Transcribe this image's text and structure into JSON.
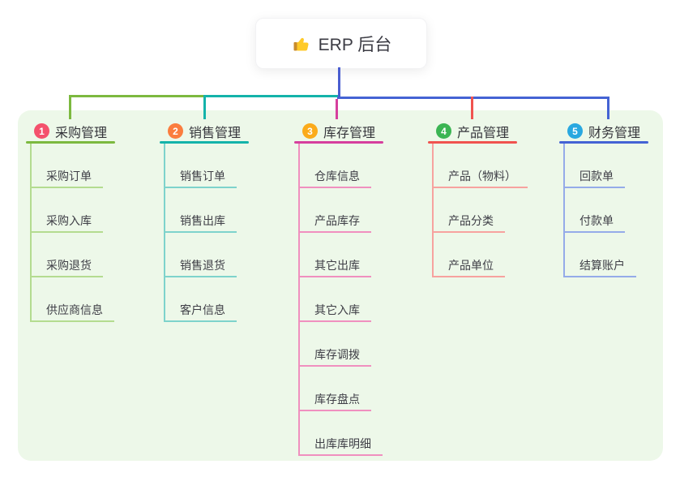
{
  "root": {
    "label": "ERP 后台",
    "icon": "thumbs-up-icon",
    "trunk_color": "#4a5ed0"
  },
  "panel": {
    "background": "#edf8e9"
  },
  "branches": [
    {
      "num": "1",
      "label": "采购管理",
      "badge_color": "#f4516c",
      "line": "#7cb93f",
      "line_light": "#b4dc90",
      "items": [
        "采购订单",
        "采购入库",
        "采购退货",
        "供应商信息"
      ]
    },
    {
      "num": "2",
      "label": "销售管理",
      "badge_color": "#fb7d3e",
      "line": "#14b3aa",
      "line_light": "#7ed3cc",
      "items": [
        "销售订单",
        "销售出库",
        "销售退货",
        "客户信息"
      ]
    },
    {
      "num": "3",
      "label": "库存管理",
      "badge_color": "#fbab1b",
      "line": "#d63f9d",
      "line_light": "#f090bf",
      "items": [
        "仓库信息",
        "产品库存",
        "其它出库",
        "其它入库",
        "库存调拨",
        "库存盘点",
        "出库库明细"
      ]
    },
    {
      "num": "4",
      "label": "产品管理",
      "badge_color": "#3bb553",
      "line": "#f0534f",
      "line_light": "#f7a29f",
      "items": [
        "产品（物料）",
        "产品分类",
        "产品单位"
      ]
    },
    {
      "num": "5",
      "label": "财务管理",
      "badge_color": "#29a8e0",
      "line": "#4463d4",
      "line_light": "#95abe9",
      "items": [
        "回款单",
        "付款单",
        "结算账户"
      ]
    }
  ]
}
